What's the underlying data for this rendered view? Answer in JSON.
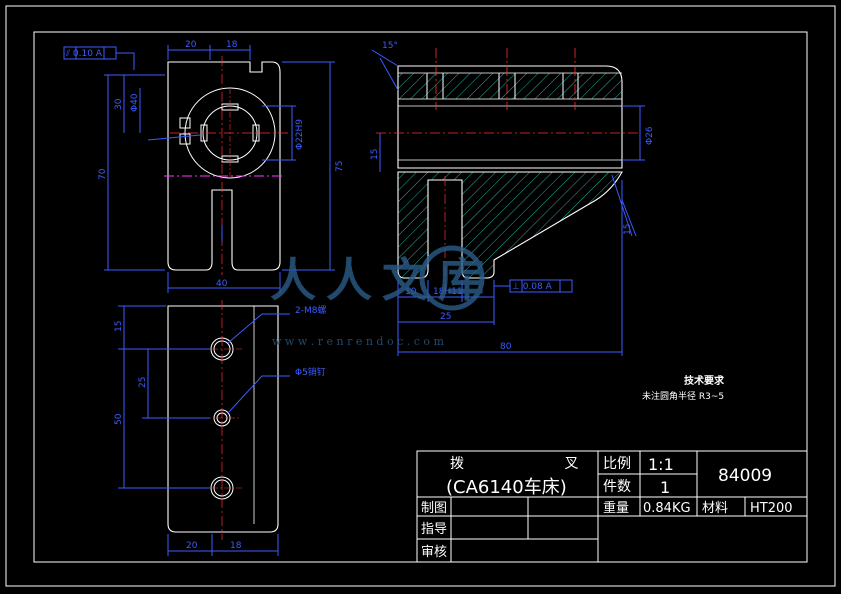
{
  "drawing": {
    "tolerance_frame": "⫽ 0.10 A",
    "front_view": {
      "dims": {
        "top_left": "20",
        "top_right": "18",
        "height_overall_left": "70",
        "height_overall_right": "75",
        "upper_left": "30",
        "bore_a": "Φ40",
        "bore_b": "Φ22H9",
        "bottom_width": "40"
      }
    },
    "bottom_view": {
      "dims": {
        "v1": "15",
        "v2": "25",
        "v3": "50",
        "bottom_left": "20",
        "bottom_right": "18"
      },
      "callouts": {
        "holes": "2-M8螺",
        "pin": "Φ5销钉"
      }
    },
    "section_view": {
      "dims": {
        "angle": "15°",
        "height": "15",
        "dia": "Φ26",
        "right_small": "15",
        "w1": "10",
        "w2": "18H11",
        "w3": "25",
        "overall": "80"
      },
      "tolerance_frame2": "⊥ 0.08 A"
    },
    "tech_req": {
      "title": "技术要求",
      "body": "未注圆角半径 R3~5"
    },
    "watermark": {
      "cn": "人人文库",
      "url": "w w w . r e n r e n d o c . c o m"
    }
  },
  "title_block": {
    "name": "拨 叉",
    "subtitle": "(CA6140车床)",
    "scale_label": "比例",
    "scale": "1:1",
    "qty_label": "件数",
    "qty": "1",
    "code": "84009",
    "drawn_label": "制图",
    "weight_label": "重量",
    "weight": "0.84KG",
    "material_label": "材料",
    "material": "HT200",
    "guide_label": "指导",
    "check_label": "审核"
  }
}
